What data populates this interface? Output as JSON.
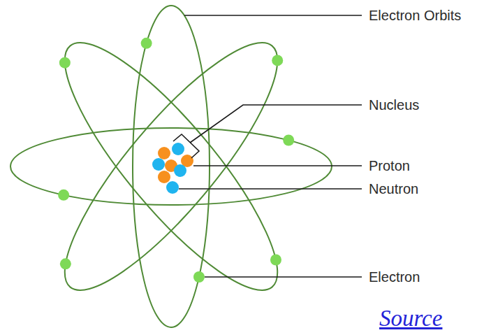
{
  "diagram": {
    "labels": [
      "Electron Orbits",
      "Nucleus",
      "Proton",
      "Neutron",
      "Electron",
      "Source"
    ]
  }
}
